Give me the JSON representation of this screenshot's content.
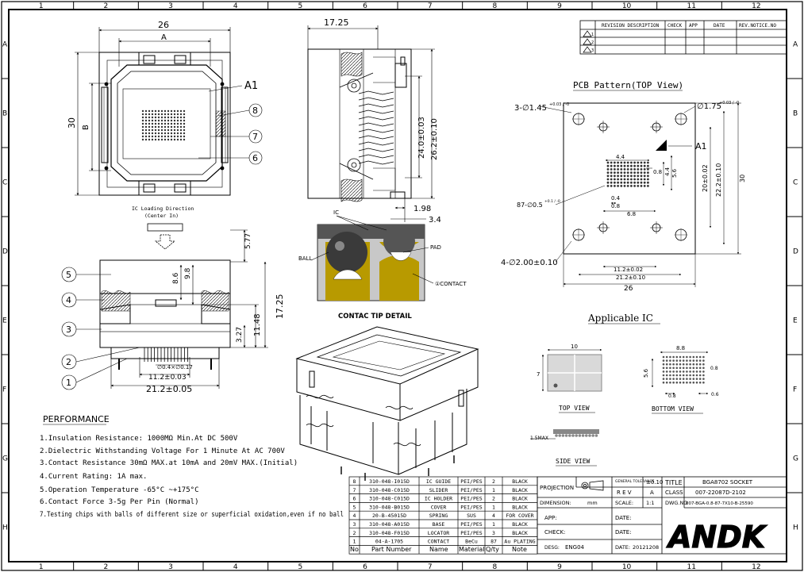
{
  "grid": {
    "cols": [
      "1",
      "2",
      "3",
      "4",
      "5",
      "6",
      "7",
      "8",
      "9",
      "10",
      "11",
      "12"
    ],
    "rows": [
      "A",
      "B",
      "C",
      "D",
      "E",
      "F",
      "G",
      "H"
    ]
  },
  "revision_table": {
    "headers": [
      "REVISION DESCRIPTION",
      "CHECK",
      "APP",
      "DATE",
      "REV.NOTICE.NO"
    ],
    "rows": [
      "1",
      "2",
      "3"
    ]
  },
  "top_view": {
    "dim_26": "26",
    "dim_A": "A",
    "dim_30": "30",
    "dim_B": "B",
    "label_A1": "A1",
    "callout_8": "8",
    "callout_7": "7",
    "callout_6": "6",
    "ic_loading": "IC Loading Direction",
    "center_in": "(Center In)"
  },
  "side_view": {
    "dim_17_25": "17.25",
    "dim_24": "24.0±0.03",
    "dim_26_2": "26.2±0.10",
    "dim_1_98": "1.98",
    "dim_3_4": "3.4"
  },
  "contact_detail": {
    "ic": "IC",
    "ball": "BALL",
    "pad": "PAD",
    "contact": "①CONTACT",
    "title": "CONTAC TIP DETAIL"
  },
  "front_view": {
    "dim_5_77": "5.77",
    "dim_17_25": "17.25",
    "dim_8_6": "8.6",
    "dim_9_8": "9.8",
    "dim_11_48": "11.48",
    "dim_3_27": "3.27",
    "dim_pins": "∅0.4×∅0.17",
    "dim_11_2": "11.2±0.03",
    "dim_21_2": "21.2±0.05",
    "callouts": [
      "5",
      "4",
      "3",
      "2",
      "1"
    ]
  },
  "pcb": {
    "title": "PCB Pattern(TOP View)",
    "hole_145": "3-∅1.45",
    "hole_145_tol": "+0.03 / -0",
    "hole_175": "∅1.75",
    "hole_175_tol": "+0.03 / -0",
    "a1": "A1",
    "dim_4_4": "4.4",
    "dim_0_8": "0.8",
    "dim_0_4": "0.4",
    "dim_0_8b": "0.8",
    "dim_6_8": "6.8",
    "dim_5_6": "5.6",
    "dim_4_4v": "4.4",
    "dim_20": "20±0.02",
    "dim_22_2": "22.2±0.10",
    "dim_30": "30",
    "pad_dia": "87-∅0.5",
    "pad_tol": "+0.1 / -0",
    "hole_200": "4-∅2.00±0.10",
    "dim_11_2": "11.2±0.02",
    "dim_21_2": "21.2±0.10",
    "dim_26": "26"
  },
  "applicable_ic": {
    "title": "Applicable IC",
    "dim_10": "10",
    "dim_7": "7",
    "dim_8_8": "8.8",
    "dim_5_6": "5.6",
    "dim_0_8": "0.8",
    "dim_0_6": "0.6",
    "dim_0_8b": "0.8",
    "top_view": "TOP VIEW",
    "bottom_view": "BOTTOM VIEW",
    "side_dim": "1.5MAX",
    "side_view": "SIDE VIEW"
  },
  "performance": {
    "title": "PERFORMANCE",
    "items": [
      "1.Insulation Resistance: 1000MΩ Min.At DC 500V",
      "2.Dielectric Withstanding Voltage For 1 Minute At AC 700V",
      "3.Contact Resistance 30mΩ MAX.at 10mA and 20mV MAX.(Initial)",
      "4.Current Rating: 1A max.",
      "5.Operation Temperature -65°C ~+175°C",
      "6.Contact Force 3-5g Per Pin (Normal)",
      "7.Testing chips with balls of different size or superficial oxidation,even if no ball"
    ]
  },
  "bom": {
    "headers": [
      "No",
      "Part Number",
      "Name",
      "Material",
      "Q/ty",
      "Note"
    ],
    "rows": [
      {
        "no": "8",
        "part": "310-048-I015D",
        "name": "IC GUIDE",
        "mat": "PEI/PES",
        "qty": "2",
        "note": "BLACK"
      },
      {
        "no": "7",
        "part": "310-048-C015D",
        "name": "SLIDER",
        "mat": "PEI/PES",
        "qty": "1",
        "note": "BLACK"
      },
      {
        "no": "6",
        "part": "310-048-C015D",
        "name": "IC HOLDER",
        "mat": "PEI/PES",
        "qty": "2",
        "note": "BLACK"
      },
      {
        "no": "5",
        "part": "310-048-B015D",
        "name": "COVER",
        "mat": "PEI/PES",
        "qty": "1",
        "note": "BLACK"
      },
      {
        "no": "4",
        "part": "20-B-45015D",
        "name": "SPRING",
        "mat": "SUS",
        "qty": "4",
        "note": "FOR COVER"
      },
      {
        "no": "3",
        "part": "310-048-A015D",
        "name": "BASE",
        "mat": "PEI/PES",
        "qty": "1",
        "note": "BLACK"
      },
      {
        "no": "2",
        "part": "310-048-F015D",
        "name": "LOCATOR",
        "mat": "PEI/PES",
        "qty": "3",
        "note": "BLACK"
      },
      {
        "no": "1",
        "part": "04-A-1705",
        "name": "CONTACT",
        "mat": "BeCu",
        "qty": "87",
        "note": "Au PLATING"
      }
    ]
  },
  "title_block": {
    "projection": "PROJECTION",
    "general_tol": "GENERAL TOLERANCE",
    "tol_value": "±0.10",
    "title_label": "TITLE",
    "title_value": "BGA8702 SOCKET",
    "rev_label": "R E V",
    "rev_value": "A",
    "class_label": "CLASS",
    "class_value": "007-22087D-2102",
    "dimension_label": "DIMENSION:",
    "dimension_unit": "mm",
    "scale_label": "SCALE:",
    "scale_value": "1:1",
    "dwg_label": "DWG.NO",
    "dwg_value": "007-BGA-0.8-87-7X10-B-25590",
    "app_label": "APP:",
    "date_label": "DATE:",
    "check_label": "CHECK:",
    "date2_label": "DATE:",
    "desg_label": "DESG:",
    "desg_value": "ENG04",
    "date3_label": "DATE:",
    "date3_value": "20121208",
    "logo": "ANDK"
  }
}
